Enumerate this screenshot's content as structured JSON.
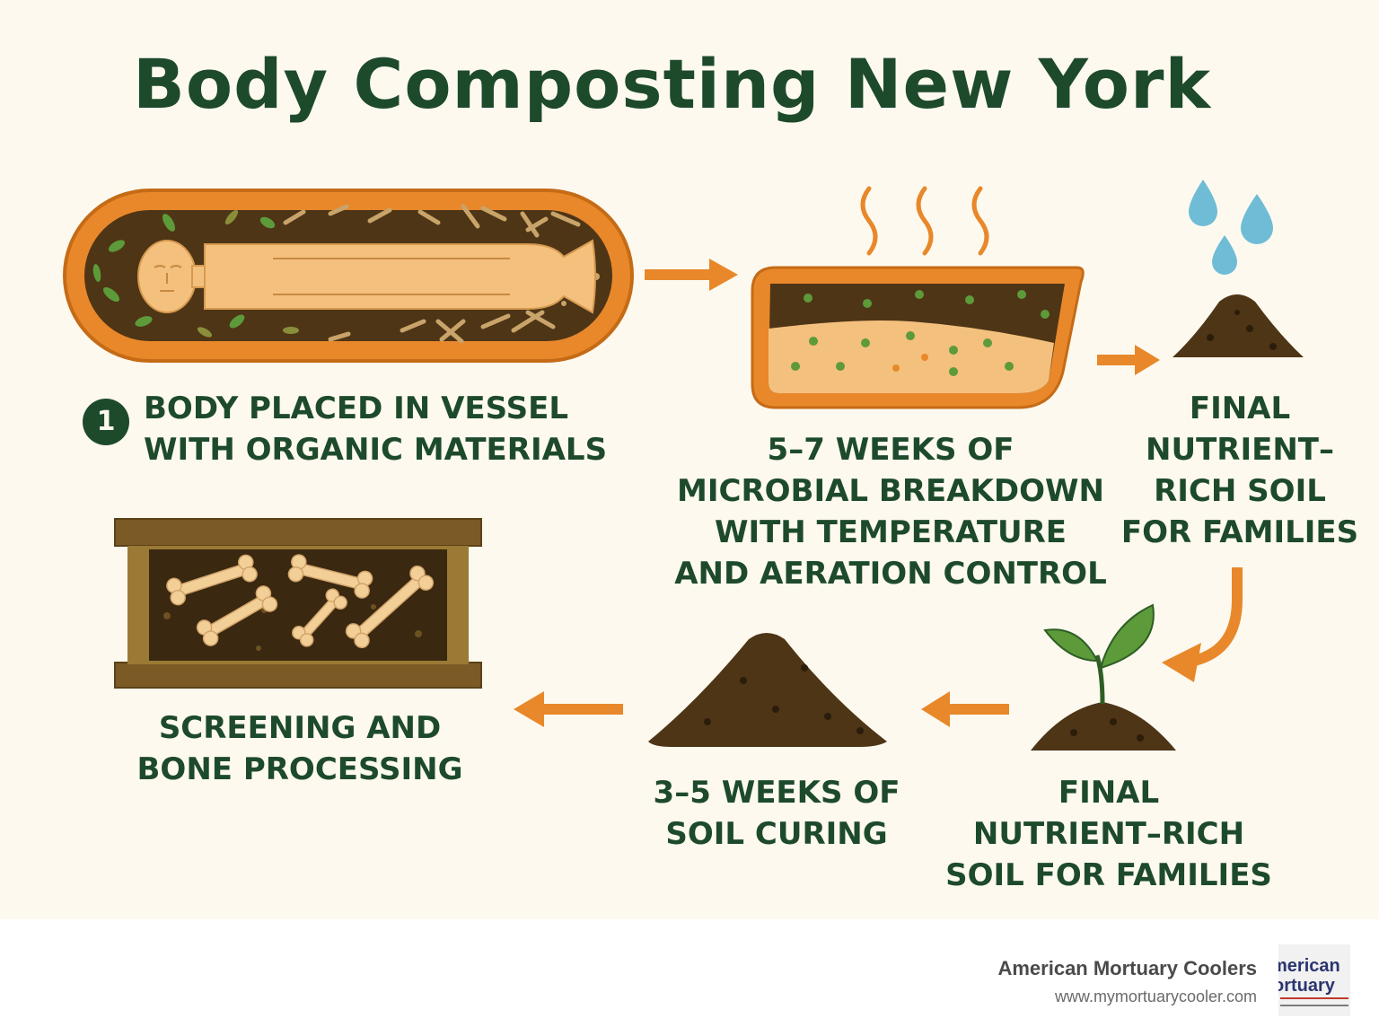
{
  "title": "Body Composting New York",
  "steps": [
    {
      "number": "1",
      "lines": [
        "Body placed in vessel",
        "with organic materials"
      ]
    },
    {
      "lines": [
        "5–7 weeks of",
        "microbial breakdown",
        "with temperature",
        "and aeration control"
      ]
    },
    {
      "lines": [
        "Final",
        "nutrient–",
        "rich soil",
        "for families"
      ]
    },
    {
      "lines": [
        "Screening and",
        "bone processing"
      ]
    },
    {
      "lines": [
        "3–5 weeks of",
        "soil curing"
      ]
    },
    {
      "lines": [
        "Final",
        "nutrient–rich",
        "soil for families"
      ]
    }
  ],
  "footer": {
    "brand_name": "American Mortuary Coolers",
    "url": "www.mymortuarycooler.com",
    "logo_text": "American Mortuary"
  },
  "colors": {
    "background": "#fdf9ef",
    "title": "#1e4a2c",
    "accent_orange": "#e8882a",
    "soil": "#4e3516",
    "skin": "#f4c07e",
    "leaf": "#5d9a3a",
    "water": "#6fbcd6",
    "bone": "#f3cf98"
  },
  "icons": [
    "vessel-body-icon",
    "steam-icon",
    "soil-vessel-icon",
    "water-drops-icon",
    "soil-pile-icon",
    "sprout-icon",
    "bone-box-icon",
    "arrow-icon"
  ]
}
